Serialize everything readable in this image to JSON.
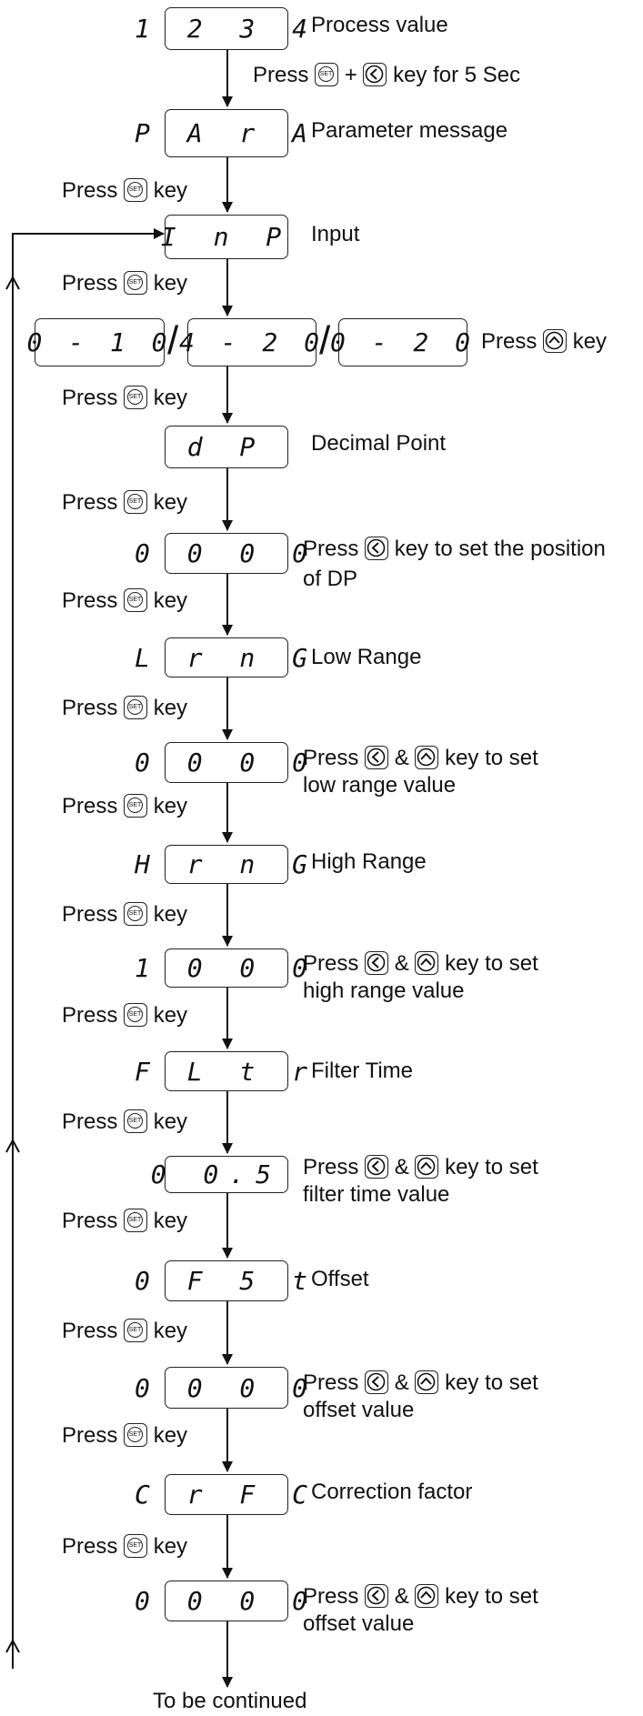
{
  "labels": {
    "press": "Press",
    "key": "key",
    "plus": "+",
    "amp": "&",
    "set_key_text": "SET",
    "for_5_sec": "key for 5 Sec",
    "key_to_set_dp": "key to set the position",
    "of_dp": "of DP",
    "key_to_set": "key to set",
    "to_be_continued": "To be continued"
  },
  "steps": [
    {
      "id": "process",
      "display": "1 2 3 4",
      "title": "Process value"
    },
    {
      "id": "para",
      "display": "P A r A",
      "title": "Parameter message"
    },
    {
      "id": "inp",
      "display": "I n P",
      "title": "Input"
    },
    {
      "id": "dp",
      "display": "d P",
      "title": "Decimal Point"
    },
    {
      "id": "dp-val",
      "display": "0 0 0 0",
      "desc2": "of DP"
    },
    {
      "id": "lrng",
      "display": "L r n G",
      "title": "Low Range"
    },
    {
      "id": "lrng-val",
      "display": "0 0 0 0",
      "desc2": "low range value"
    },
    {
      "id": "hrng",
      "display": "H r n G",
      "title": "High Range"
    },
    {
      "id": "hrng-val",
      "display": "1 0 0 0",
      "desc2": "high range value"
    },
    {
      "id": "fltr",
      "display": "F L t r",
      "title": "Filter Time"
    },
    {
      "id": "fltr-val",
      "display": "0 0.5",
      "desc2": "filter time value"
    },
    {
      "id": "ofst",
      "display": "0 F 5 t",
      "title": "Offset"
    },
    {
      "id": "ofst-val",
      "display": "0 0 0 0",
      "desc2": "offset value"
    },
    {
      "id": "crfc",
      "display": "C r F C",
      "title": "Correction factor"
    },
    {
      "id": "crfc-val",
      "display": "0 0 0 0",
      "desc2": "offset value"
    }
  ],
  "input_options": [
    "0 - 1 0",
    "4 - 2 0",
    "0 - 2 0"
  ],
  "slash": "/"
}
